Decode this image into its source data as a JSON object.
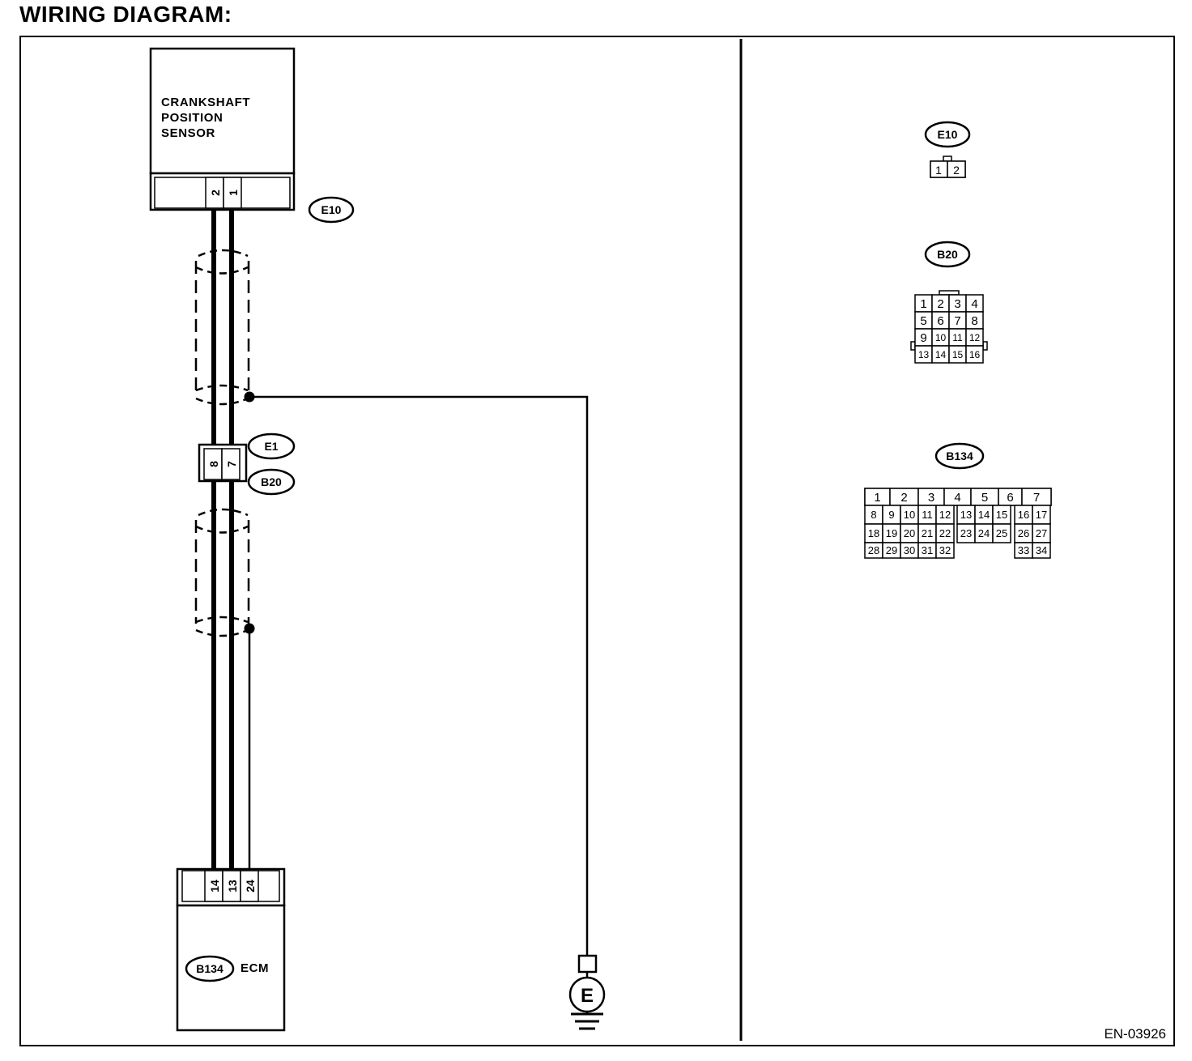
{
  "heading": "WIRING DIAGRAM:",
  "figure_code": "EN-03926",
  "sensor": {
    "label_lines": [
      "CRANKSHAFT",
      "POSITION",
      "SENSOR"
    ],
    "connector": "E10",
    "pins": [
      "2",
      "1"
    ]
  },
  "joint": {
    "connector_top": "E1",
    "connector_bottom": "B20",
    "pins": [
      "8",
      "7"
    ]
  },
  "ecm": {
    "label": "ECM",
    "connector": "B134",
    "pins": [
      "14",
      "13",
      "24"
    ]
  },
  "ground": {
    "symbol": "E"
  },
  "connector_views": [
    {
      "id": "E10",
      "rows": [
        [
          "1",
          "2"
        ]
      ]
    },
    {
      "id": "B20",
      "rows": [
        [
          "1",
          "2",
          "3",
          "4"
        ],
        [
          "5",
          "6",
          "7",
          "8"
        ],
        [
          "9",
          "10",
          "11",
          "12"
        ],
        [
          "13",
          "14",
          "15",
          "16"
        ]
      ]
    },
    {
      "id": "B134",
      "rows": [
        [
          "1",
          "2",
          "3",
          "4",
          "5",
          "6",
          "7"
        ],
        [
          "8",
          "9",
          "10",
          "11",
          "12",
          "13",
          "14",
          "15",
          "16",
          "17"
        ],
        [
          "18",
          "19",
          "20",
          "21",
          "22",
          "23",
          "24",
          "25",
          "26",
          "27"
        ],
        [
          "28",
          "29",
          "30",
          "31",
          "32",
          "33",
          "34"
        ]
      ]
    }
  ]
}
